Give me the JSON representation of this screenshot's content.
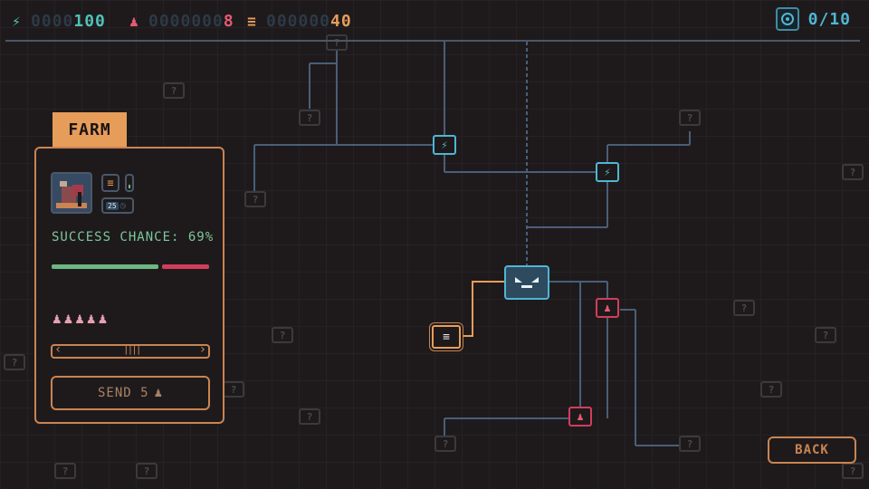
{
  "hud": {
    "energy": {
      "icon": "lightning-icon",
      "zeros": "0000",
      "value": "100",
      "color": "#4fc2b6"
    },
    "population": {
      "icon": "person-icon",
      "zeros": "0000000",
      "value": "8",
      "color": "#e65a70"
    },
    "food": {
      "icon": "food-icon",
      "zeros": "000000",
      "value": "40",
      "color": "#e79d5a"
    },
    "missions": {
      "icon": "gear-icon",
      "value": "0/10",
      "color": "#4fb6d3"
    }
  },
  "panel": {
    "title": "FARM",
    "badge_number": "25",
    "success_label": "SUCCESS CHANCE: 69%",
    "success_percent": 69,
    "crew_icon_count": 5,
    "slider_grip": "||||",
    "slider_left": "‹",
    "slider_right": "›",
    "send_label": "SEND 5"
  },
  "map": {
    "unknown_label": "?",
    "hub_icon": "hub-face-icon",
    "nodes": [
      {
        "type": "energy",
        "icon": "lightning-icon"
      },
      {
        "type": "energy",
        "icon": "lightning-icon"
      },
      {
        "type": "population",
        "icon": "person-icon"
      },
      {
        "type": "population",
        "icon": "person-icon"
      },
      {
        "type": "food",
        "icon": "food-icon",
        "selected": true
      }
    ]
  },
  "back_label": "BACK",
  "colors": {
    "accent": "#e79d5a",
    "blue": "#4fb6d3",
    "red": "#d23d5c",
    "green": "#6cb883",
    "line": "#4a5e78"
  }
}
